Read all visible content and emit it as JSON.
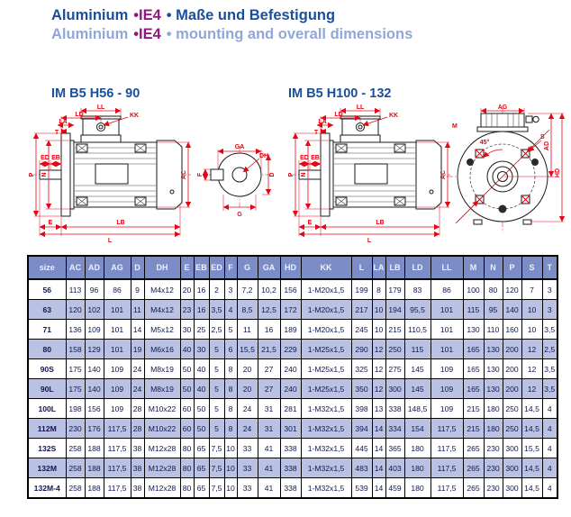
{
  "header": {
    "de": {
      "brand": "Aluminium",
      "badge": "•IE4",
      "rest": "• Maße und Befestigung"
    },
    "en": {
      "brand": "Aluminium",
      "badge": "•IE4",
      "rest": "• mounting and overall dimensions"
    }
  },
  "drawings": {
    "left_title": "IM B5 H56 - 90",
    "right_title": "IM B5 H100 - 132"
  },
  "dim_labels": {
    "LL": "LL",
    "LD": "LD",
    "LA": "LA",
    "T": "T",
    "KK": "KK",
    "ED": "ED",
    "EB": "EB",
    "P": "P",
    "N": "N",
    "AC": "AC",
    "E": "E",
    "LB": "LB",
    "L": "L",
    "GA": "GA",
    "DH": "DH",
    "F": "F",
    "D": "D",
    "G": "G",
    "AG": "AG",
    "M": "M",
    "ANGLE": "45°",
    "S": "S",
    "AD": "AD",
    "HD": "HD"
  },
  "table": {
    "columns": [
      "size",
      "AC",
      "AD",
      "AG",
      "D",
      "DH",
      "E",
      "EB",
      "ED",
      "F",
      "G",
      "GA",
      "HD",
      "KK",
      "L",
      "LA",
      "LB",
      "LD",
      "LL",
      "M",
      "N",
      "P",
      "S",
      "T"
    ],
    "rows": [
      [
        "56",
        "113",
        "96",
        "86",
        "9",
        "M4x12",
        "20",
        "16",
        "2",
        "3",
        "7,2",
        "10,2",
        "156",
        "1-M20x1,5",
        "199",
        "8",
        "179",
        "83",
        "86",
        "100",
        "80",
        "120",
        "7",
        "3"
      ],
      [
        "63",
        "120",
        "102",
        "101",
        "11",
        "M4x12",
        "23",
        "16",
        "3,5",
        "4",
        "8,5",
        "12,5",
        "172",
        "1-M20x1,5",
        "217",
        "10",
        "194",
        "95,5",
        "101",
        "115",
        "95",
        "140",
        "10",
        "3"
      ],
      [
        "71",
        "136",
        "109",
        "101",
        "14",
        "M5x12",
        "30",
        "25",
        "2,5",
        "5",
        "11",
        "16",
        "189",
        "1-M20x1,5",
        "245",
        "10",
        "215",
        "110,5",
        "101",
        "130",
        "110",
        "160",
        "10",
        "3,5"
      ],
      [
        "80",
        "158",
        "129",
        "101",
        "19",
        "M6x16",
        "40",
        "30",
        "5",
        "6",
        "15,5",
        "21,5",
        "229",
        "1-M25x1,5",
        "290",
        "12",
        "250",
        "115",
        "101",
        "165",
        "130",
        "200",
        "12",
        "2,5"
      ],
      [
        "90S",
        "175",
        "140",
        "109",
        "24",
        "M8x19",
        "50",
        "40",
        "5",
        "8",
        "20",
        "27",
        "240",
        "1-M25x1,5",
        "325",
        "12",
        "275",
        "145",
        "109",
        "165",
        "130",
        "200",
        "12",
        "3,5"
      ],
      [
        "90L",
        "175",
        "140",
        "109",
        "24",
        "M8x19",
        "50",
        "40",
        "5",
        "8",
        "20",
        "27",
        "240",
        "1-M25x1,5",
        "350",
        "12",
        "300",
        "145",
        "109",
        "165",
        "130",
        "200",
        "12",
        "3,5"
      ],
      [
        "100L",
        "198",
        "156",
        "109",
        "28",
        "M10x22",
        "60",
        "50",
        "5",
        "8",
        "24",
        "31",
        "281",
        "1-M32x1,5",
        "398",
        "13",
        "338",
        "148,5",
        "109",
        "215",
        "180",
        "250",
        "14,5",
        "4"
      ],
      [
        "112M",
        "230",
        "176",
        "117,5",
        "28",
        "M10x22",
        "60",
        "50",
        "5",
        "8",
        "24",
        "31",
        "301",
        "1-M32x1,5",
        "394",
        "14",
        "334",
        "154",
        "117,5",
        "215",
        "180",
        "250",
        "14,5",
        "4"
      ],
      [
        "132S",
        "258",
        "188",
        "117,5",
        "38",
        "M12x28",
        "80",
        "65",
        "7,5",
        "10",
        "33",
        "41",
        "338",
        "1-M32x1,5",
        "445",
        "14",
        "365",
        "180",
        "117,5",
        "265",
        "230",
        "300",
        "15,5",
        "4"
      ],
      [
        "132M",
        "258",
        "188",
        "117,5",
        "38",
        "M12x28",
        "80",
        "65",
        "7,5",
        "10",
        "33",
        "41",
        "338",
        "1-M32x1,5",
        "483",
        "14",
        "403",
        "180",
        "117,5",
        "265",
        "230",
        "300",
        "14,5",
        "4"
      ],
      [
        "132M-4",
        "258",
        "188",
        "117,5",
        "38",
        "M12x28",
        "80",
        "65",
        "7,5",
        "10",
        "33",
        "41",
        "338",
        "1-M32x1,5",
        "539",
        "14",
        "459",
        "180",
        "117,5",
        "265",
        "230",
        "300",
        "14,5",
        "4"
      ]
    ]
  },
  "colors": {
    "title_blue": "#1a4f9c",
    "title_light_blue": "#92a7d7",
    "ie4_purple": "#92187f",
    "dimension_red": "#e30613",
    "table_header_bg": "#7b8cc6",
    "table_alt_row_bg": "#b9c2e3",
    "table_text": "#141450"
  }
}
